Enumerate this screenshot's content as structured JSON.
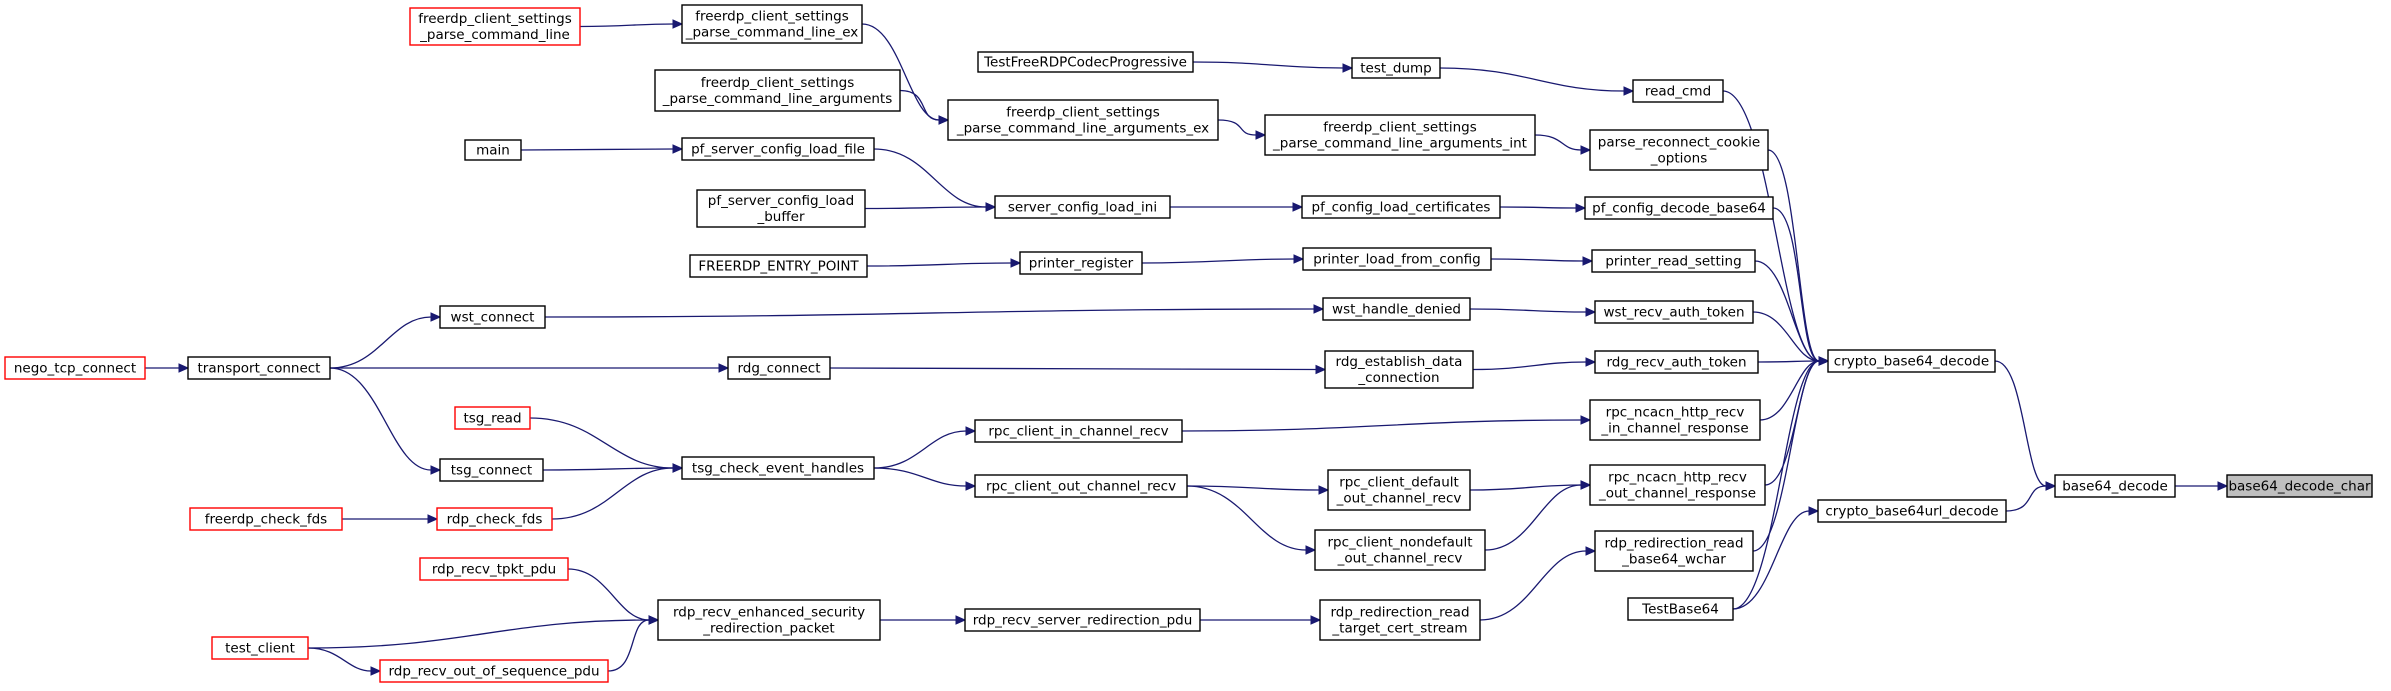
{
  "colors": {
    "edge": "#191970",
    "node_border": "#000000",
    "node_border_truncated": "#ff0000",
    "node_fill": "#ffffff",
    "focus_fill": "#bfbfbf"
  },
  "nodes": [
    {
      "id": "n_fcspcl",
      "lines": [
        "freerdp_client_settings",
        "_parse_command_line"
      ],
      "style": "truncated"
    },
    {
      "id": "n_fcspcle",
      "lines": [
        "freerdp_client_settings",
        "_parse_command_line_ex"
      ],
      "style": "normal"
    },
    {
      "id": "n_fcspcla",
      "lines": [
        "freerdp_client_settings",
        "_parse_command_line_arguments"
      ],
      "style": "normal"
    },
    {
      "id": "n_fcspclae",
      "lines": [
        "freerdp_client_settings",
        "_parse_command_line_arguments_ex"
      ],
      "style": "normal"
    },
    {
      "id": "n_fcspclai",
      "lines": [
        "freerdp_client_settings",
        "_parse_command_line_arguments_int"
      ],
      "style": "normal"
    },
    {
      "id": "n_tfrdp",
      "lines": [
        "TestFreeRDPCodecProgressive"
      ],
      "style": "normal"
    },
    {
      "id": "n_testdump",
      "lines": [
        "test_dump"
      ],
      "style": "normal"
    },
    {
      "id": "n_readcmd",
      "lines": [
        "read_cmd"
      ],
      "style": "normal"
    },
    {
      "id": "n_prco",
      "lines": [
        "parse_reconnect_cookie",
        "_options"
      ],
      "style": "normal"
    },
    {
      "id": "n_main",
      "lines": [
        "main"
      ],
      "style": "normal"
    },
    {
      "id": "n_pfsclf",
      "lines": [
        "pf_server_config_load_file"
      ],
      "style": "normal"
    },
    {
      "id": "n_pfsclb",
      "lines": [
        "pf_server_config_load",
        "_buffer"
      ],
      "style": "normal"
    },
    {
      "id": "n_scli",
      "lines": [
        "server_config_load_ini"
      ],
      "style": "normal"
    },
    {
      "id": "n_pfclc",
      "lines": [
        "pf_config_load_certificates"
      ],
      "style": "normal"
    },
    {
      "id": "n_pfcdb",
      "lines": [
        "pf_config_decode_base64"
      ],
      "style": "normal"
    },
    {
      "id": "n_fep",
      "lines": [
        "FREERDP_ENTRY_POINT"
      ],
      "style": "normal"
    },
    {
      "id": "n_preg",
      "lines": [
        "printer_register"
      ],
      "style": "normal"
    },
    {
      "id": "n_plfc",
      "lines": [
        "printer_load_from_config"
      ],
      "style": "normal"
    },
    {
      "id": "n_prs",
      "lines": [
        "printer_read_setting"
      ],
      "style": "normal"
    },
    {
      "id": "n_wstc",
      "lines": [
        "wst_connect"
      ],
      "style": "normal"
    },
    {
      "id": "n_wsthd",
      "lines": [
        "wst_handle_denied"
      ],
      "style": "normal"
    },
    {
      "id": "n_wstrat",
      "lines": [
        "wst_recv_auth_token"
      ],
      "style": "normal"
    },
    {
      "id": "n_negotcp",
      "lines": [
        "nego_tcp_connect"
      ],
      "style": "truncated"
    },
    {
      "id": "n_tconn",
      "lines": [
        "transport_connect"
      ],
      "style": "normal"
    },
    {
      "id": "n_rdgc",
      "lines": [
        "rdg_connect"
      ],
      "style": "normal"
    },
    {
      "id": "n_rdgedc",
      "lines": [
        "rdg_establish_data",
        "_connection"
      ],
      "style": "normal"
    },
    {
      "id": "n_rdgrat",
      "lines": [
        "rdg_recv_auth_token"
      ],
      "style": "normal"
    },
    {
      "id": "n_cb64d",
      "lines": [
        "crypto_base64_decode"
      ],
      "style": "normal"
    },
    {
      "id": "n_tsgr",
      "lines": [
        "tsg_read"
      ],
      "style": "truncated"
    },
    {
      "id": "n_tsgc",
      "lines": [
        "tsg_connect"
      ],
      "style": "normal"
    },
    {
      "id": "n_tsgceh",
      "lines": [
        "tsg_check_event_handles"
      ],
      "style": "normal"
    },
    {
      "id": "n_rpccicr",
      "lines": [
        "rpc_client_in_channel_recv"
      ],
      "style": "normal"
    },
    {
      "id": "n_rpcnhric",
      "lines": [
        "rpc_ncacn_http_recv",
        "_in_channel_response"
      ],
      "style": "normal"
    },
    {
      "id": "n_fcfds",
      "lines": [
        "freerdp_check_fds"
      ],
      "style": "truncated"
    },
    {
      "id": "n_rdpcfds",
      "lines": [
        "rdp_check_fds"
      ],
      "style": "truncated"
    },
    {
      "id": "n_rpccocr",
      "lines": [
        "rpc_client_out_channel_recv"
      ],
      "style": "normal"
    },
    {
      "id": "n_rpccdocr",
      "lines": [
        "rpc_client_default",
        "_out_channel_recv"
      ],
      "style": "normal"
    },
    {
      "id": "n_rpcnhroc",
      "lines": [
        "rpc_ncacn_http_recv",
        "_out_channel_response"
      ],
      "style": "normal"
    },
    {
      "id": "n_rpccndocr",
      "lines": [
        "rpc_client_nondefault",
        "_out_channel_recv"
      ],
      "style": "normal"
    },
    {
      "id": "n_b64d",
      "lines": [
        "base64_decode"
      ],
      "style": "normal"
    },
    {
      "id": "n_b64dc",
      "lines": [
        "base64_decode_char"
      ],
      "style": "focus"
    },
    {
      "id": "n_cb64ud",
      "lines": [
        "crypto_base64url_decode"
      ],
      "style": "normal"
    },
    {
      "id": "n_rdrb64w",
      "lines": [
        "rdp_redirection_read",
        "_base64_wchar"
      ],
      "style": "normal"
    },
    {
      "id": "n_rdptpkt",
      "lines": [
        "rdp_recv_tpkt_pdu"
      ],
      "style": "truncated"
    },
    {
      "id": "n_testc",
      "lines": [
        "test_client"
      ],
      "style": "truncated"
    },
    {
      "id": "n_rdpresrp",
      "lines": [
        "rdp_recv_enhanced_security",
        "_redirection_packet"
      ],
      "style": "normal"
    },
    {
      "id": "n_rdprsrp",
      "lines": [
        "rdp_recv_server_redirection_pdu"
      ],
      "style": "normal"
    },
    {
      "id": "n_rdrtcs",
      "lines": [
        "rdp_redirection_read",
        "_target_cert_stream"
      ],
      "style": "normal"
    },
    {
      "id": "n_tb64",
      "lines": [
        "TestBase64"
      ],
      "style": "normal"
    },
    {
      "id": "n_rdproos",
      "lines": [
        "rdp_recv_out_of_sequence_pdu"
      ],
      "style": "truncated"
    }
  ],
  "edges": [
    {
      "from": "n_fcspcl",
      "to": "n_fcspcle"
    },
    {
      "from": "n_fcspcle",
      "to": "n_fcspclae"
    },
    {
      "from": "n_fcspcla",
      "to": "n_fcspclae"
    },
    {
      "from": "n_fcspclae",
      "to": "n_fcspclai"
    },
    {
      "from": "n_fcspclai",
      "to": "n_prco"
    },
    {
      "from": "n_tfrdp",
      "to": "n_testdump"
    },
    {
      "from": "n_testdump",
      "to": "n_readcmd"
    },
    {
      "from": "n_readcmd",
      "to": "n_cb64d"
    },
    {
      "from": "n_prco",
      "to": "n_cb64d"
    },
    {
      "from": "n_main",
      "to": "n_pfsclf"
    },
    {
      "from": "n_pfsclf",
      "to": "n_scli"
    },
    {
      "from": "n_pfsclb",
      "to": "n_scli"
    },
    {
      "from": "n_scli",
      "to": "n_pfclc"
    },
    {
      "from": "n_pfclc",
      "to": "n_pfcdb"
    },
    {
      "from": "n_pfcdb",
      "to": "n_cb64d"
    },
    {
      "from": "n_fep",
      "to": "n_preg"
    },
    {
      "from": "n_preg",
      "to": "n_plfc"
    },
    {
      "from": "n_plfc",
      "to": "n_prs"
    },
    {
      "from": "n_prs",
      "to": "n_cb64d"
    },
    {
      "from": "n_negotcp",
      "to": "n_tconn"
    },
    {
      "from": "n_tconn",
      "to": "n_wstc"
    },
    {
      "from": "n_tconn",
      "to": "n_rdgc"
    },
    {
      "from": "n_tconn",
      "to": "n_tsgc"
    },
    {
      "from": "n_wstc",
      "to": "n_wsthd"
    },
    {
      "from": "n_wsthd",
      "to": "n_wstrat"
    },
    {
      "from": "n_wstrat",
      "to": "n_cb64d"
    },
    {
      "from": "n_rdgc",
      "to": "n_rdgedc"
    },
    {
      "from": "n_rdgedc",
      "to": "n_rdgrat"
    },
    {
      "from": "n_rdgrat",
      "to": "n_cb64d"
    },
    {
      "from": "n_tsgr",
      "to": "n_tsgceh"
    },
    {
      "from": "n_tsgc",
      "to": "n_tsgceh"
    },
    {
      "from": "n_rdpcfds",
      "to": "n_tsgceh"
    },
    {
      "from": "n_fcfds",
      "to": "n_rdpcfds"
    },
    {
      "from": "n_tsgceh",
      "to": "n_rpccicr"
    },
    {
      "from": "n_tsgceh",
      "to": "n_rpccocr"
    },
    {
      "from": "n_rpccicr",
      "to": "n_rpcnhric"
    },
    {
      "from": "n_rpcnhric",
      "to": "n_cb64d"
    },
    {
      "from": "n_rpccocr",
      "to": "n_rpccdocr"
    },
    {
      "from": "n_rpccocr",
      "to": "n_rpccndocr"
    },
    {
      "from": "n_rpccdocr",
      "to": "n_rpcnhroc"
    },
    {
      "from": "n_rpccndocr",
      "to": "n_rpcnhroc"
    },
    {
      "from": "n_rpcnhroc",
      "to": "n_cb64d"
    },
    {
      "from": "n_rdrb64w",
      "to": "n_cb64d"
    },
    {
      "from": "n_tb64",
      "to": "n_cb64d"
    },
    {
      "from": "n_tb64",
      "to": "n_cb64ud"
    },
    {
      "from": "n_cb64d",
      "to": "n_b64d"
    },
    {
      "from": "n_cb64ud",
      "to": "n_b64d"
    },
    {
      "from": "n_b64d",
      "to": "n_b64dc"
    },
    {
      "from": "n_rdptpkt",
      "to": "n_rdpresrp"
    },
    {
      "from": "n_testc",
      "to": "n_rdpresrp"
    },
    {
      "from": "n_testc",
      "to": "n_rdproos"
    },
    {
      "from": "n_rdproos",
      "to": "n_rdpresrp"
    },
    {
      "from": "n_rdpresrp",
      "to": "n_rdprsrp"
    },
    {
      "from": "n_rdprsrp",
      "to": "n_rdrtcs"
    },
    {
      "from": "n_rdrtcs",
      "to": "n_rdrb64w"
    }
  ]
}
